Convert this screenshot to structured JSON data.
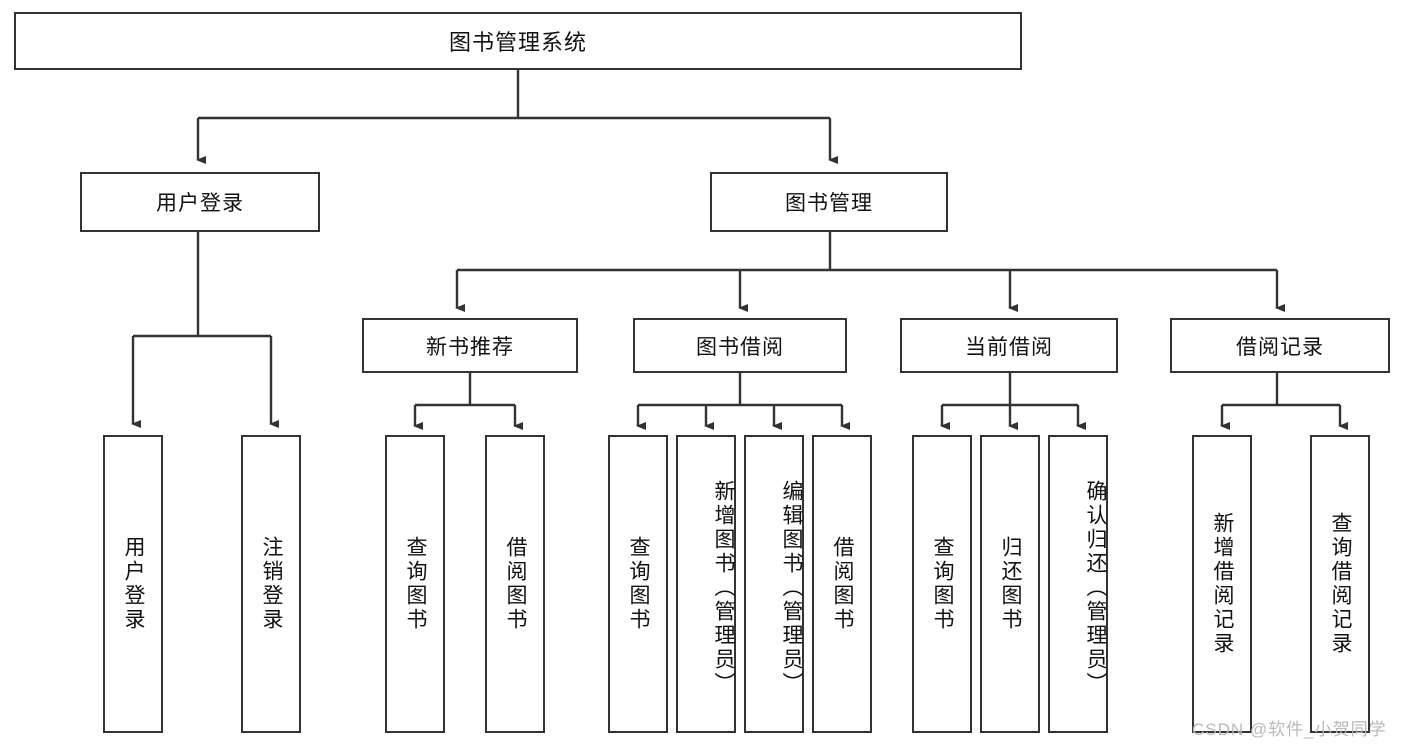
{
  "diagram": {
    "type": "tree",
    "title": "图书管理系统",
    "watermark": "CSDN @软件_小贺同学",
    "colors": {
      "box_border": "#333333",
      "box_fill": "#ffffff",
      "line": "#333333",
      "text": "#111111",
      "watermark": "#b9b9b9",
      "background": "#ffffff"
    },
    "root": {
      "label": "图书管理系统"
    },
    "level2": [
      {
        "label": "用户登录"
      },
      {
        "label": "图书管理"
      }
    ],
    "level3": [
      {
        "label": "新书推荐"
      },
      {
        "label": "图书借阅"
      },
      {
        "label": "当前借阅"
      },
      {
        "label": "借阅记录"
      }
    ],
    "leaves": {
      "user_login": [
        {
          "label": "用户登录"
        },
        {
          "label": "注销登录"
        }
      ],
      "new_book": [
        {
          "label": "查询图书"
        },
        {
          "label": "借阅图书"
        }
      ],
      "borrow_book": [
        {
          "label": "查询图书"
        },
        {
          "label": "新增图书（管理员）"
        },
        {
          "label": "编辑图书（管理员）"
        },
        {
          "label": "借阅图书"
        }
      ],
      "current_borrow": [
        {
          "label": "查询图书"
        },
        {
          "label": "归还图书"
        },
        {
          "label": "确认归还（管理员）"
        }
      ],
      "borrow_record": [
        {
          "label": "新增借阅记录"
        },
        {
          "label": "查询借阅记录"
        }
      ]
    }
  }
}
